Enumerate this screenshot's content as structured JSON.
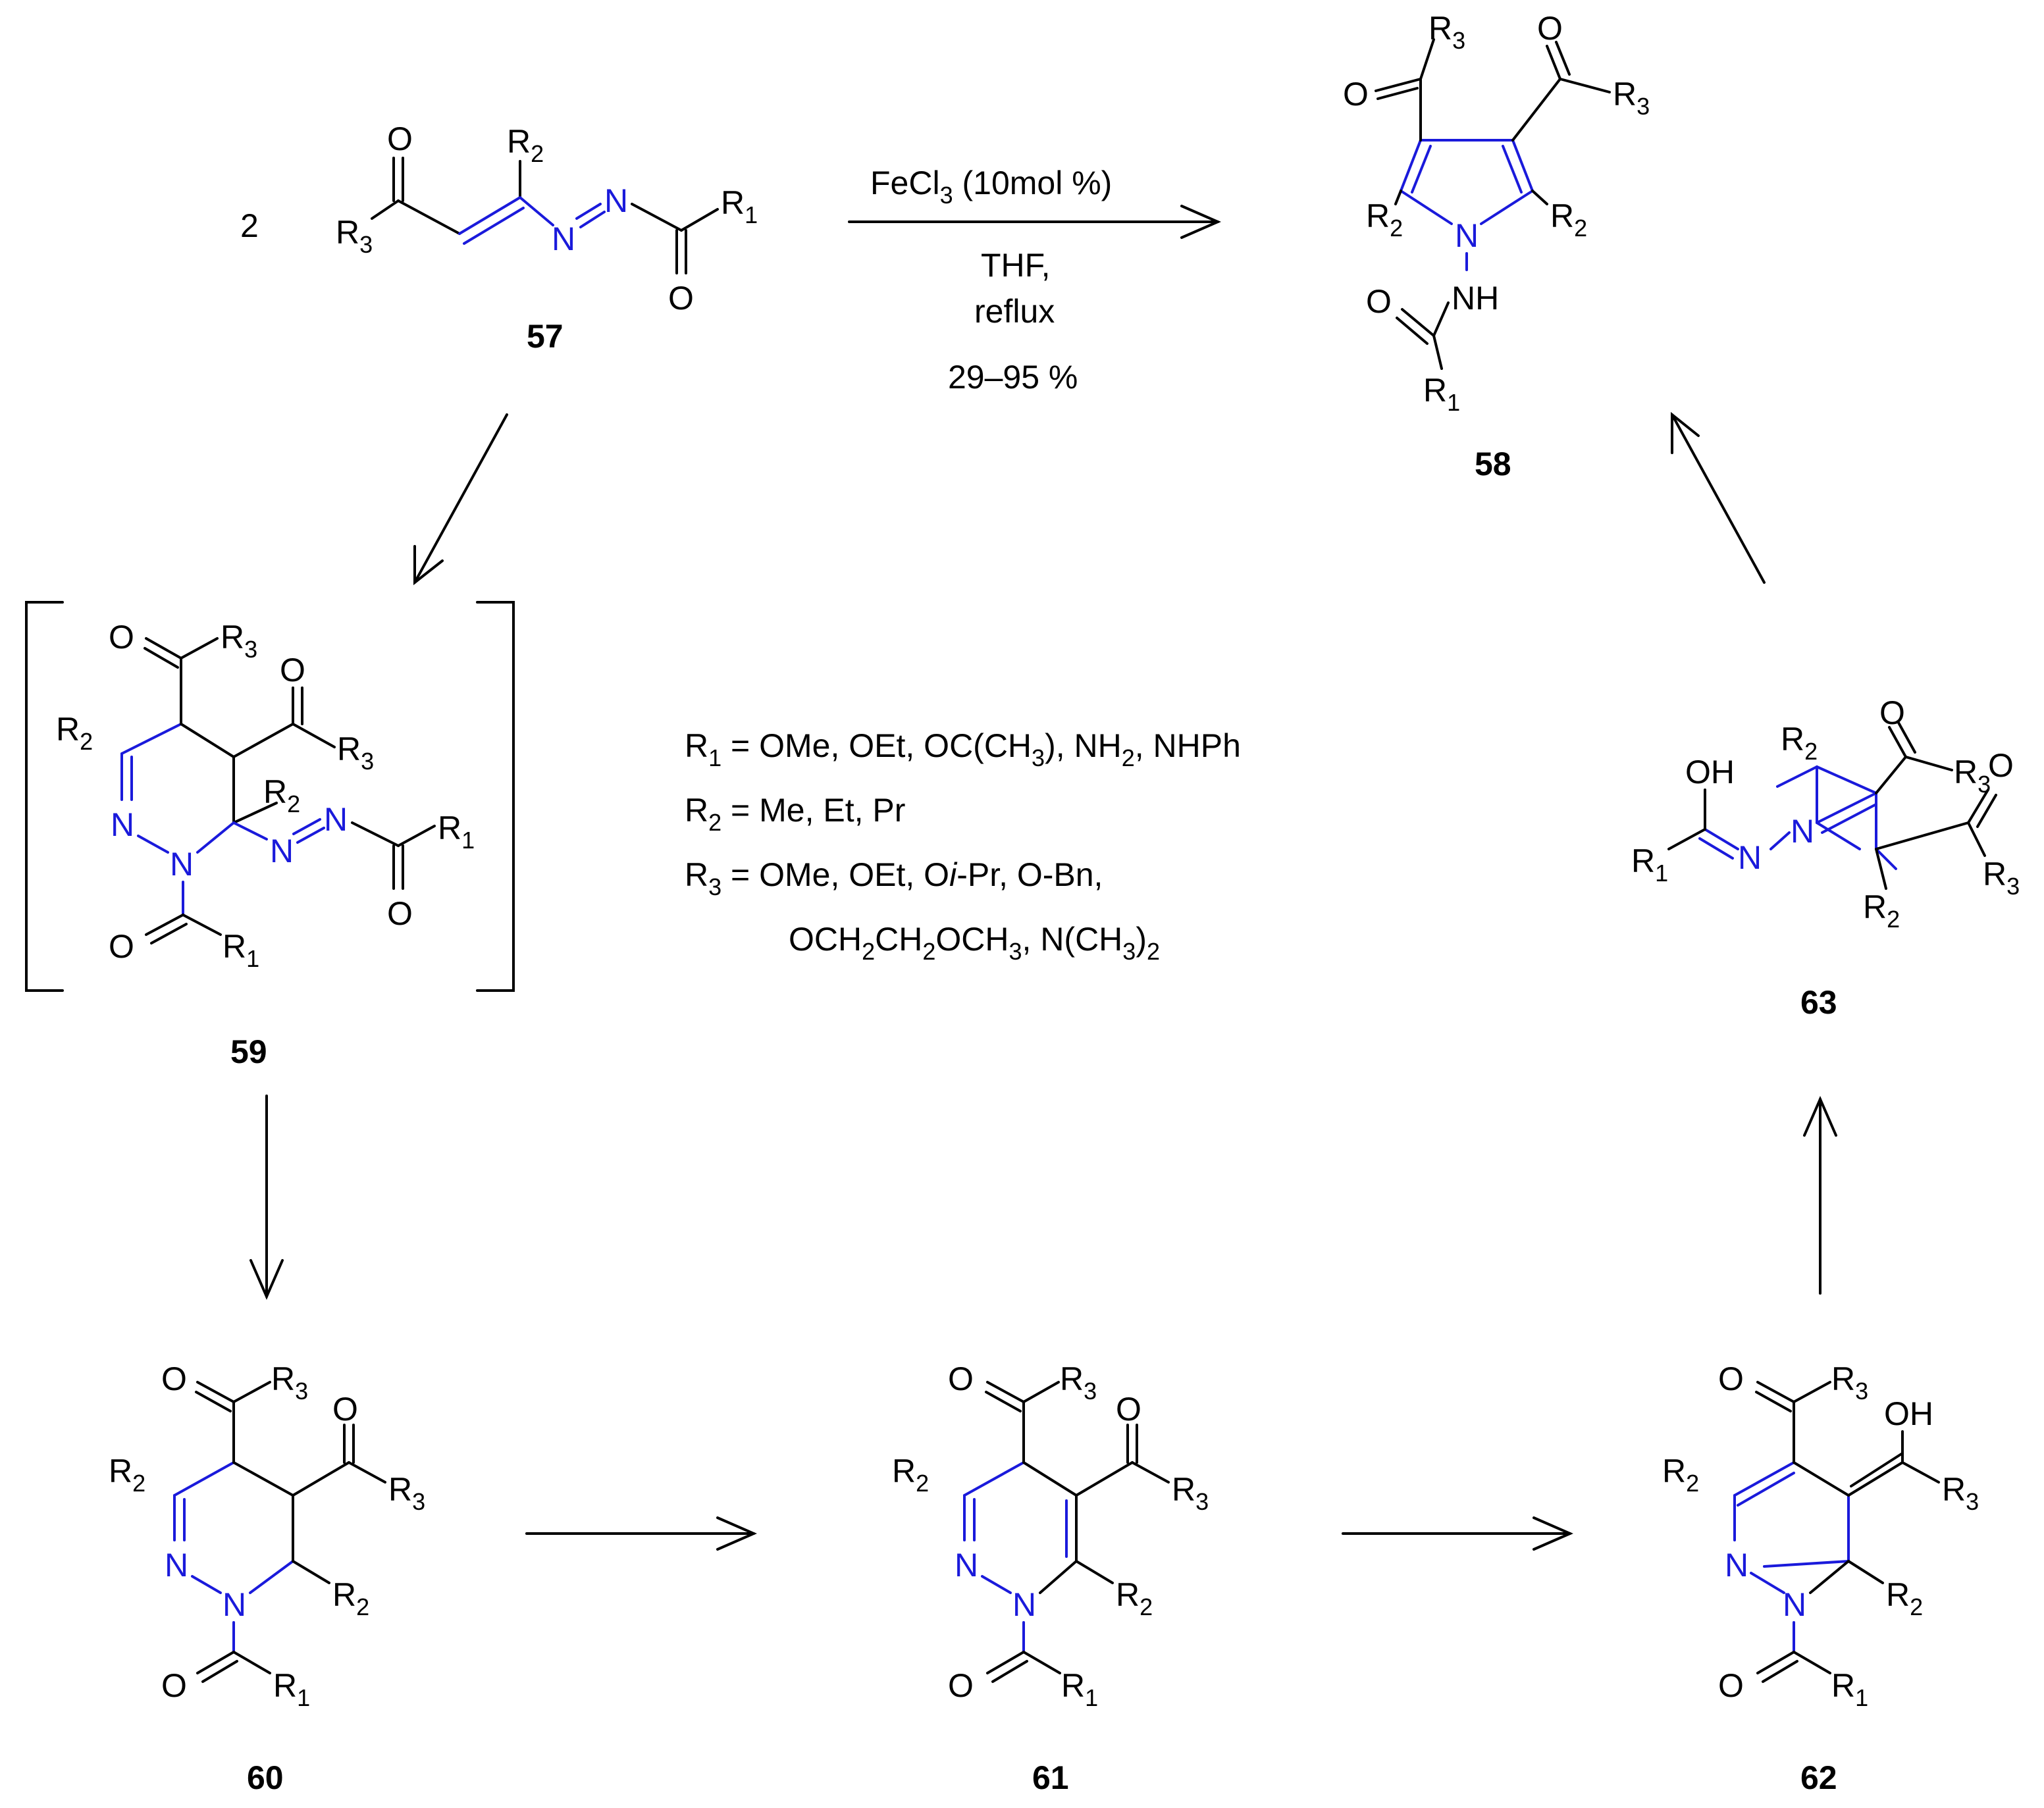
{
  "colors": {
    "highlight": "#1a1adb",
    "ink": "#000000",
    "background": "#ffffff"
  },
  "compounds": {
    "c57": "57",
    "c58": "58",
    "c59": "59",
    "c60": "60",
    "c61": "61",
    "c62": "62",
    "c63": "63"
  },
  "stoichiometry": "2",
  "conditions": {
    "catalyst": "FeCl",
    "catalyst_sub": "3",
    "catalyst_amount": " (10mol %)",
    "solvent": "THF,",
    "temperature": "reflux",
    "yield": "29–95 %"
  },
  "substituents": {
    "r1_values": " = OMe, OEt, OC(CH",
    "r1_values_tail": "), NH",
    "r1_values_end": ", NHPh",
    "r2_values": " = Me, Et, Pr",
    "r3_values_a": " = OMe, OEt, O",
    "r3_values_italic": "i",
    "r3_values_b": "-Pr, O-Bn,",
    "r3_line2": "OCH"
  },
  "atoms": {
    "O": "O",
    "N": "N",
    "NH": "NH",
    "OH": "OH",
    "R": "R"
  }
}
